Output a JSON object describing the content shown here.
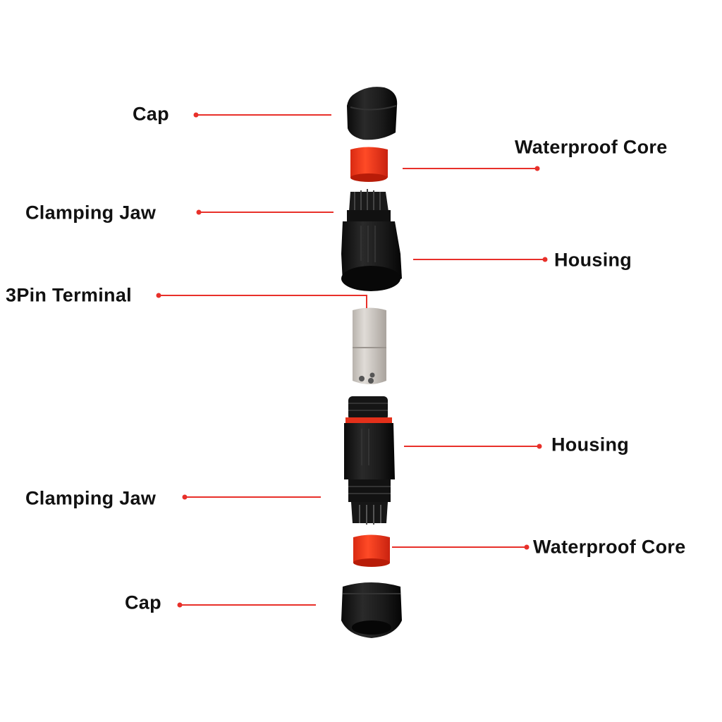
{
  "colors": {
    "leader_line": "#e8302a",
    "core_red": "#ee3a1c",
    "plastic_black": "#151515",
    "terminal_grey": "#cfcac4"
  },
  "labels": {
    "cap_top": "Cap",
    "core_top": "Waterproof Core",
    "jaw_top": "Clamping Jaw",
    "housing_top": "Housing",
    "terminal": "3Pin Terminal",
    "housing_bottom": "Housing",
    "jaw_bottom": "Clamping Jaw",
    "core_bottom": "Waterproof Core",
    "cap_bottom": "Cap"
  }
}
